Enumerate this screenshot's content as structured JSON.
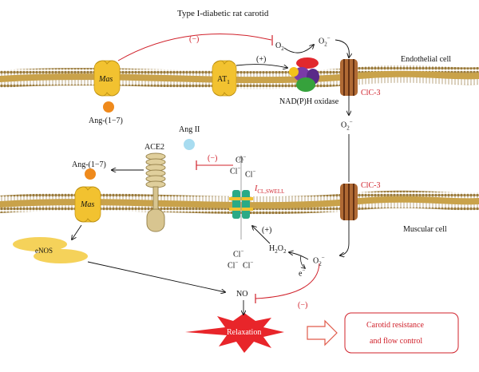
{
  "title": "Type I-diabetic rat carotid",
  "inhibit_sign": "(−)",
  "activate_sign": "(+)",
  "cells": {
    "endothelial": "Endothelial cell",
    "muscular": "Muscular cell"
  },
  "receptors": {
    "mas": "Mas",
    "at1": "AT",
    "at1_sub": "1"
  },
  "molecules": {
    "ang17": "Ang-(1−7)",
    "ang2": "Ang II",
    "ace2": "ACE2",
    "o2": "O",
    "o2_sub": "2",
    "superoxide": "O",
    "superoxide_sub": "2",
    "superoxide_sup": "−",
    "nadph": "NAD(P)H oxidase",
    "clc3": "ClC-3",
    "cl": "Cl",
    "cl_sup": "−",
    "icl": "I",
    "icl_sub": "CL,SWELL",
    "h2o2": "H",
    "h2o2_sub1": "2",
    "h2o2_mid": "O",
    "h2o2_sub2": "2",
    "electron": "e",
    "electron_sup": "−",
    "enos": "eNOS",
    "no": "NO"
  },
  "relaxation": "Relaxation",
  "outcome": {
    "line1": "Carotid resistance",
    "line2": "and flow control"
  },
  "colors": {
    "inhibit": "#d0202a",
    "membrane": "#b0832a",
    "receptor": "#f2c230",
    "ang17_dot": "#ef8a1c",
    "ang2_dot": "#a8dcf0",
    "clc3": "#9b4a1e",
    "channel": "#2aaa86",
    "burst": "#e8252a",
    "outcome_border": "#d0202a"
  }
}
